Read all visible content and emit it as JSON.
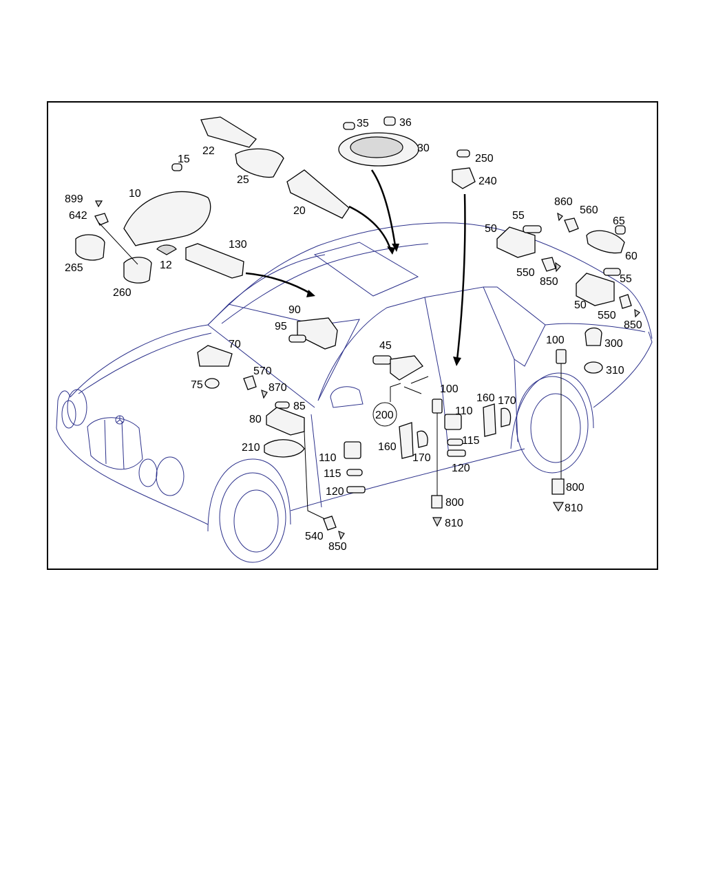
{
  "diagram": {
    "callouts": [
      "899",
      "642",
      "10",
      "15",
      "22",
      "25",
      "20",
      "35",
      "36",
      "30",
      "250",
      "240",
      "265",
      "260",
      "12",
      "130",
      "860",
      "560",
      "65",
      "55",
      "50",
      "60",
      "550",
      "850",
      "90",
      "95",
      "45",
      "70",
      "570",
      "870",
      "75",
      "85",
      "80",
      "210",
      "110",
      "115",
      "120",
      "540",
      "100",
      "160",
      "170",
      "200",
      "300",
      "310",
      "800",
      "810"
    ],
    "colors": {
      "frame": "#000000",
      "car_outline": "#2a2f8a",
      "part_fill": "#f4f4f4"
    },
    "icons": [
      "badge-star-icon"
    ]
  }
}
